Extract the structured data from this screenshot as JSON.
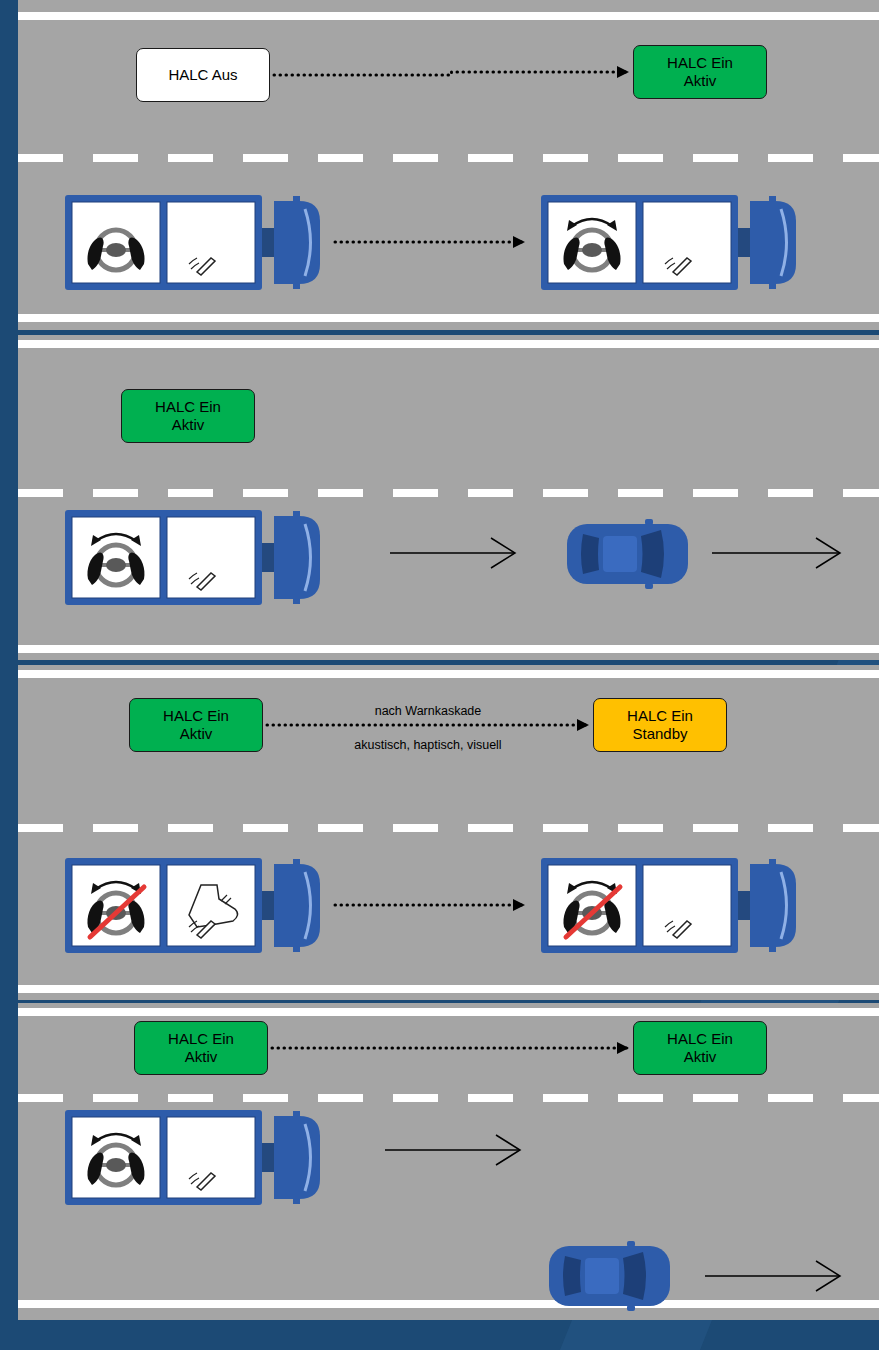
{
  "diagram": {
    "nodes": [
      {
        "text": [
          "HALC Aus"
        ]
      },
      {
        "text": [
          "HALC Ein Aktiv"
        ]
      },
      {
        "text": [
          "HALC Ein Aktiv"
        ]
      },
      {
        "text": [
          "HALC Ein Aktiv"
        ]
      },
      {
        "text": [
          "HALC Ein Standby"
        ]
      },
      {
        "text": [
          "HALC Ein Aktiv"
        ]
      },
      {
        "text": [
          "HALC Ein Aktiv"
        ]
      }
    ],
    "edges": [
      {
        "from": 0,
        "to": 1,
        "arrow": "to"
      },
      {
        "from": 3,
        "to": 4,
        "label": "nach Warnkaskade",
        "arrow": "to"
      },
      {
        "from": 5,
        "to": 6,
        "arrow": "to"
      }
    ],
    "labels": [
      "akustisch, haptisch, visuell"
    ]
  }
}
